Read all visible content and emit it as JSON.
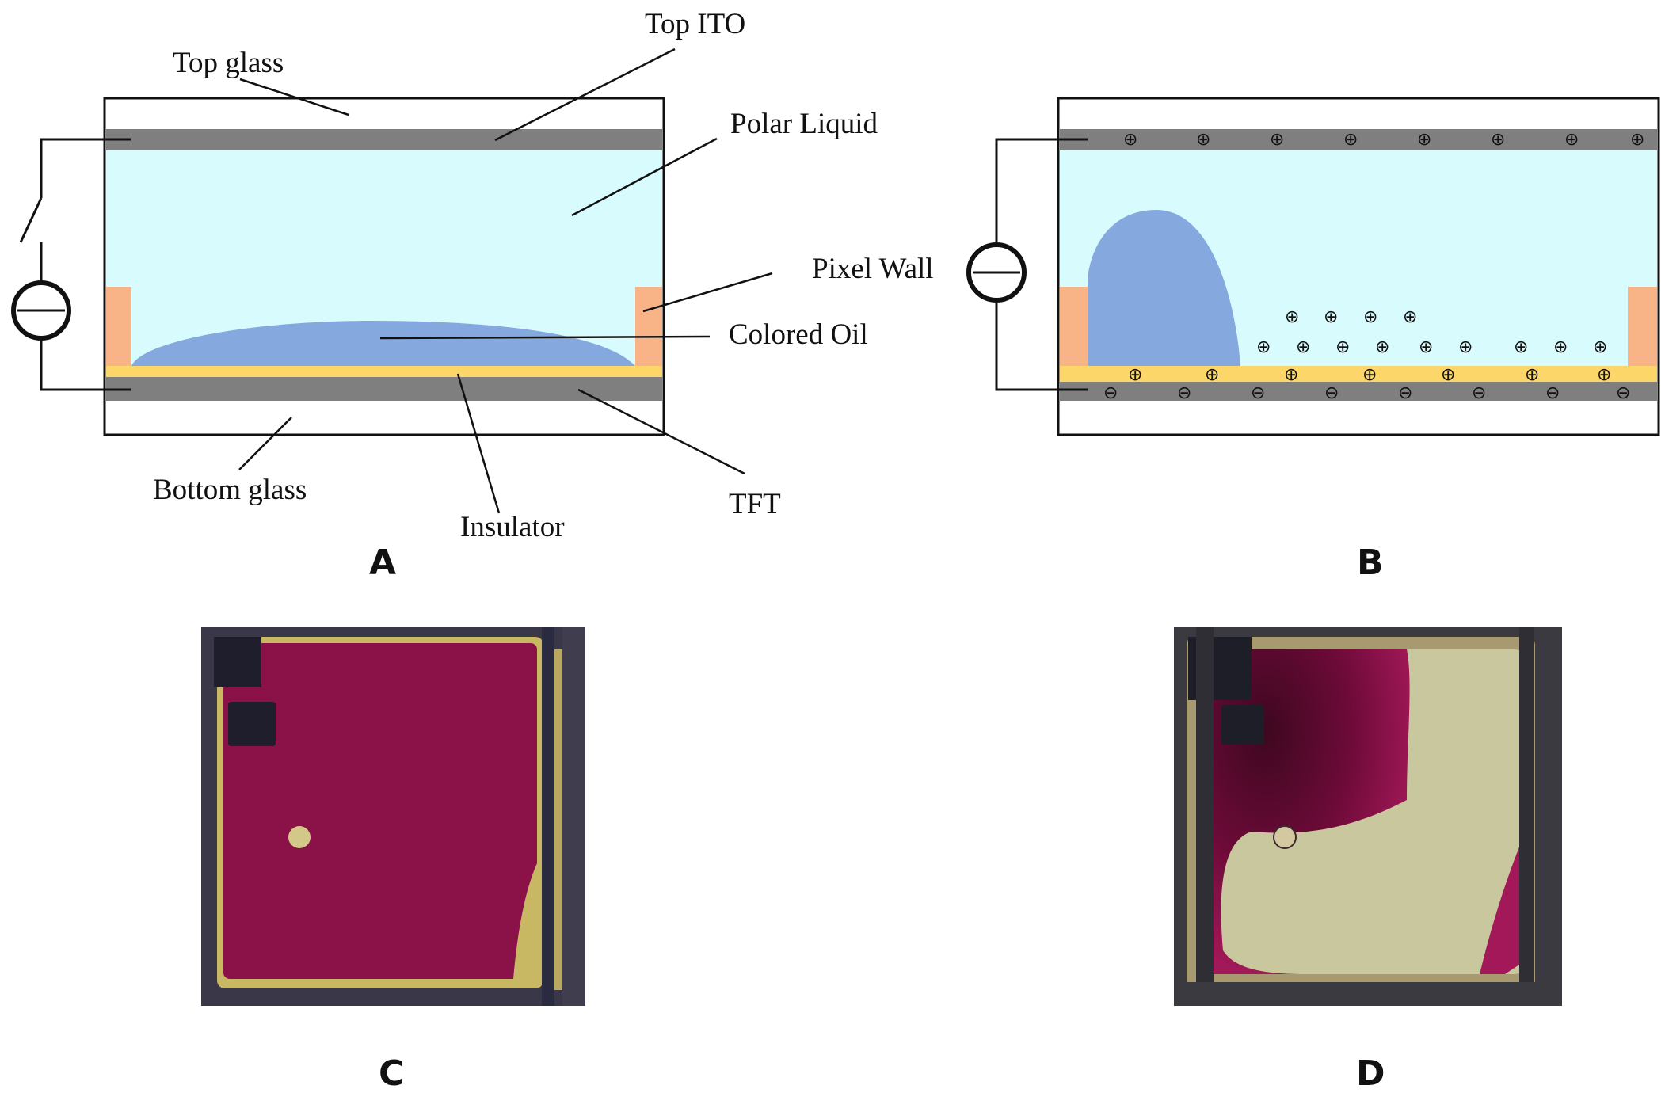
{
  "panels": [
    {
      "id": "A",
      "label": "A"
    },
    {
      "id": "B",
      "label": "B"
    },
    {
      "id": "C",
      "label": "C"
    },
    {
      "id": "D",
      "label": "D"
    }
  ],
  "labels": {
    "top_glass": "Top glass",
    "top_ito": "Top ITO",
    "polar_liquid": "Polar Liquid",
    "pixel_wall": "Pixel Wall",
    "colored_oil": "Colored Oil",
    "bottom_glass": "Bottom glass",
    "insulator": "Insulator",
    "tft": "TFT"
  },
  "symbols": {
    "positive": "⊕",
    "negative": "⊖"
  },
  "colors": {
    "glass": "#ffffff",
    "ito": "#7f7f7f",
    "polar_liquid": "#d8fbfd",
    "oil": "#85a9df",
    "pixel_wall": "#f8b387",
    "insulator": "#fcd669",
    "magenta_pixel": "#8a1249",
    "white_pixel": "#c9c79e"
  }
}
